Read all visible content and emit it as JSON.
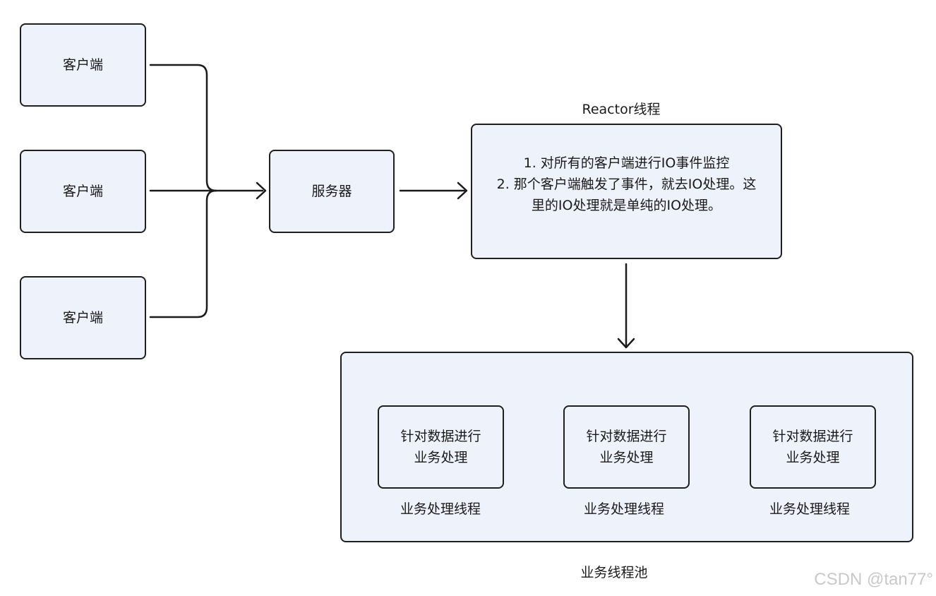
{
  "diagram": {
    "clients": [
      {
        "label": "客户端"
      },
      {
        "label": "客户端"
      },
      {
        "label": "客户端"
      }
    ],
    "server": {
      "label": "服务器"
    },
    "reactor": {
      "title": "Reactor线程",
      "lines": [
        "1. 对所有的客户端进行IO事件监控",
        "2. 那个客户端触发了事件，就去IO处理。这",
        "里的IO处理就是单纯的IO处理。"
      ]
    },
    "thread_pool": {
      "label": "业务线程池",
      "workers": [
        {
          "lines": [
            "针对数据进行",
            "业务处理"
          ],
          "label": "业务处理线程"
        },
        {
          "lines": [
            "针对数据进行",
            "业务处理"
          ],
          "label": "业务处理线程"
        },
        {
          "lines": [
            "针对数据进行",
            "业务处理"
          ],
          "label": "业务处理线程"
        }
      ]
    }
  },
  "watermark": "CSDN @tan77°",
  "colors": {
    "box_fill": "#eef2fb",
    "stroke": "#1f1f1f",
    "watermark": "#c9c9c9"
  }
}
